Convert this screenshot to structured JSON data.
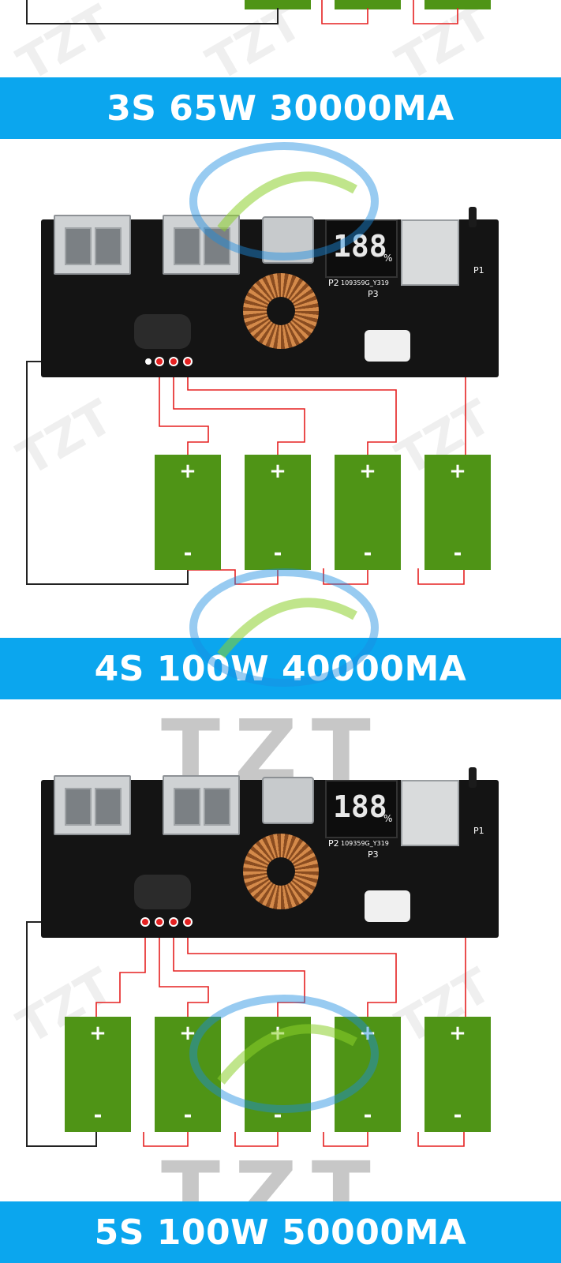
{
  "banners": {
    "b1": "3S 65W 30000MA",
    "b2": "4S 100W 40000MA",
    "b3": "5S 100W 50000MA"
  },
  "board": {
    "display_digits": "188",
    "display_unit": "%",
    "p1_label": "P1",
    "p2_label": "P2",
    "p2_code": "109359G_Y319",
    "p3_label": "P3"
  },
  "battery": {
    "plus": "+",
    "minus": "-"
  },
  "watermark": {
    "tzt": "TZT",
    "logo_text": "TZT"
  },
  "colors": {
    "banner": "#0ba6ee",
    "battery": "#4f9416",
    "wire_red": "#e52121",
    "wire_black": "#222222",
    "board": "#141414"
  }
}
